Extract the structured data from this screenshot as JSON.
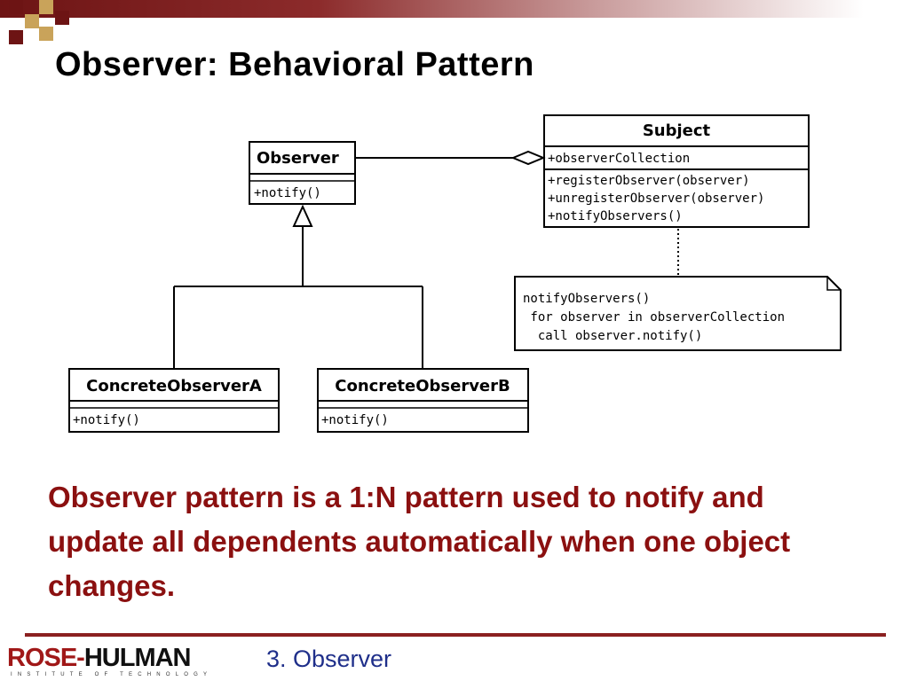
{
  "slide": {
    "title": "Observer: Behavioral Pattern",
    "caption": "Observer pattern is a 1:N pattern used to notify and update all dependents automatically when one object changes.",
    "footer_text": "3. Observer"
  },
  "logo": {
    "part_a": "ROSE-",
    "part_b": "HULMAN",
    "subtitle": "INSTITUTE OF TECHNOLOGY"
  },
  "diagram": {
    "observer": {
      "name": "Observer",
      "methods": [
        "+notify()"
      ]
    },
    "subject": {
      "name": "Subject",
      "attributes": [
        "+observerCollection"
      ],
      "methods": [
        "+registerObserver(observer)",
        "+unregisterObserver(observer)",
        "+notifyObservers()"
      ]
    },
    "concrete_a": {
      "name": "ConcreteObserverA",
      "methods": [
        "+notify()"
      ]
    },
    "concrete_b": {
      "name": "ConcreteObserverB",
      "methods": [
        "+notify()"
      ]
    },
    "note": {
      "lines": [
        "notifyObservers()",
        " for observer in observerCollection",
        "  call observer.notify()"
      ]
    }
  },
  "colors": {
    "title": "#000000",
    "caption": "#8b1010",
    "footer_rule": "#8b2020",
    "footer_text": "#1f2f8a",
    "logo_red": "#a01818",
    "banner_dark": "#6d1414"
  }
}
